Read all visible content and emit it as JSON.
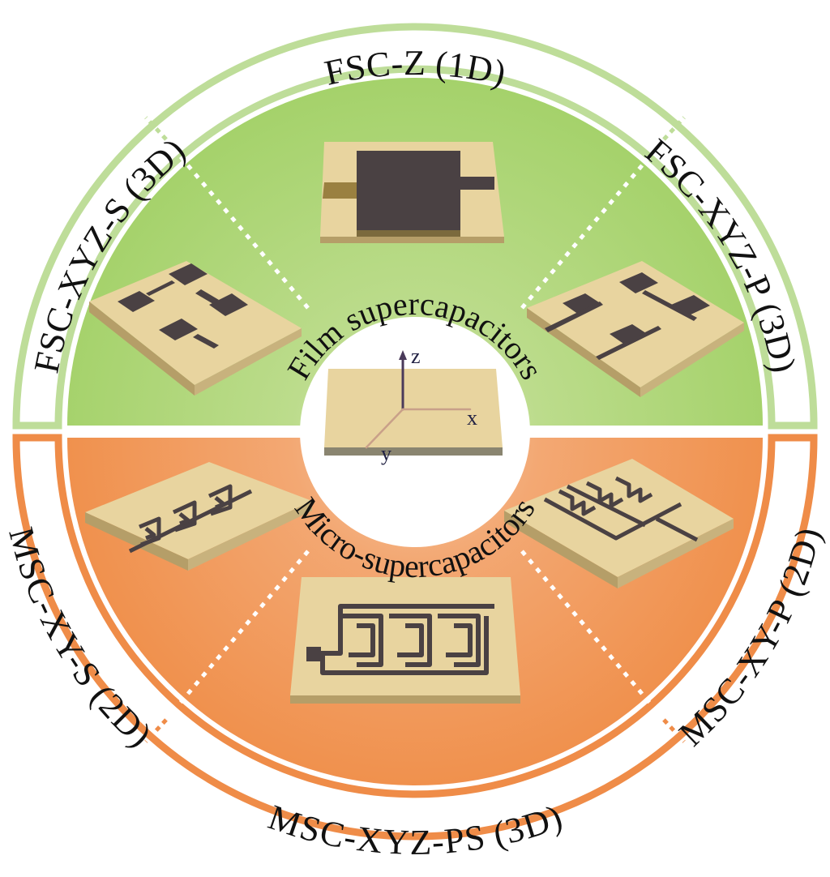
{
  "title": "",
  "colors": {
    "film": "#a5d26b",
    "film_light": "#d8ebb8",
    "film_ring": "#bedd99",
    "micro": "#f0904c",
    "micro_light": "#f7c9a5",
    "micro_ring": "#ef8c48",
    "substrate": "#e8d49f",
    "substrate_side": "#b59e68",
    "electrode": "#4a4143",
    "electrode_side": "#7b6a3d"
  },
  "ring_labels": {
    "fsc_z": "FSC-Z (1D)",
    "fsc_xyz_s": "FSC-XYZ-S (3D)",
    "fsc_xyz_p": "FSC-XYZ-P (3D)",
    "msc_xy_s": "MSC-XY-S (2D)",
    "msc_xy_p": "MSC-XY-P (2D)",
    "msc_xyz_ps": "MSC-XYZ-PS (3D)"
  },
  "center_labels": {
    "film": "Film supercapacitors",
    "micro": "Micro-supercapacitors"
  },
  "axes": {
    "x": "x",
    "y": "y",
    "z": "z"
  }
}
